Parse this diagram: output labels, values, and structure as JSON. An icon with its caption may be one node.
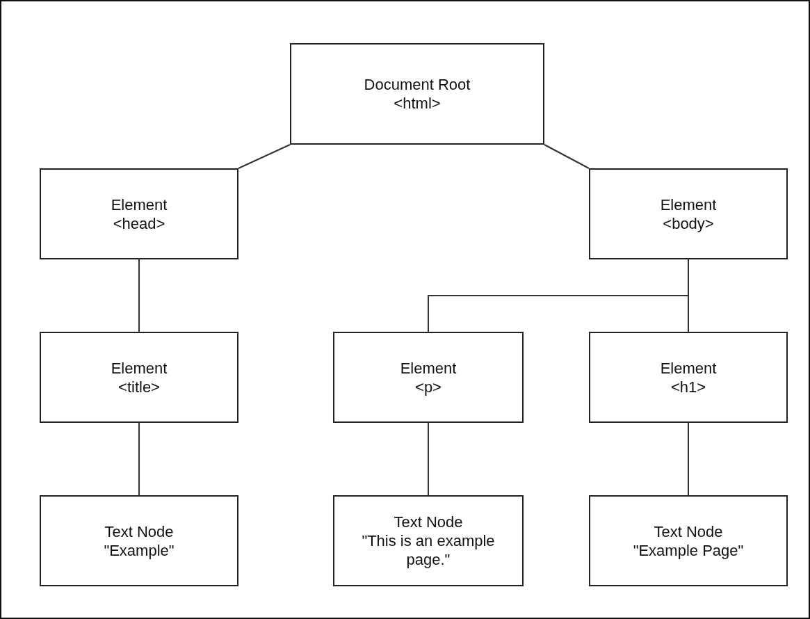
{
  "diagram": {
    "nodes": [
      {
        "text": [
          "Document Root",
          "<html>"
        ]
      },
      {
        "text": [
          "Element",
          "<head>"
        ]
      },
      {
        "text": [
          "Element",
          "<body>"
        ]
      },
      {
        "text": [
          "Element",
          "<title>"
        ]
      },
      {
        "text": [
          "Element",
          "<p>"
        ]
      },
      {
        "text": [
          "Element",
          "<h1>"
        ]
      },
      {
        "text": [
          "Text Node",
          "\"Example\""
        ]
      },
      {
        "text": [
          "Text Node",
          "\"This is an example page.\""
        ]
      },
      {
        "text": [
          "Text Node",
          "\"Example Page\""
        ]
      }
    ],
    "edges": [
      {
        "from": 0,
        "to": 1,
        "arrow": "none"
      },
      {
        "from": 0,
        "to": 2,
        "arrow": "none"
      },
      {
        "from": 1,
        "to": 3,
        "arrow": "none"
      },
      {
        "from": 2,
        "to": 4,
        "arrow": "none"
      },
      {
        "from": 2,
        "to": 5,
        "arrow": "none"
      },
      {
        "from": 3,
        "to": 6,
        "arrow": "none"
      },
      {
        "from": 4,
        "to": 7,
        "arrow": "none"
      },
      {
        "from": 5,
        "to": 8,
        "arrow": "none"
      }
    ]
  }
}
